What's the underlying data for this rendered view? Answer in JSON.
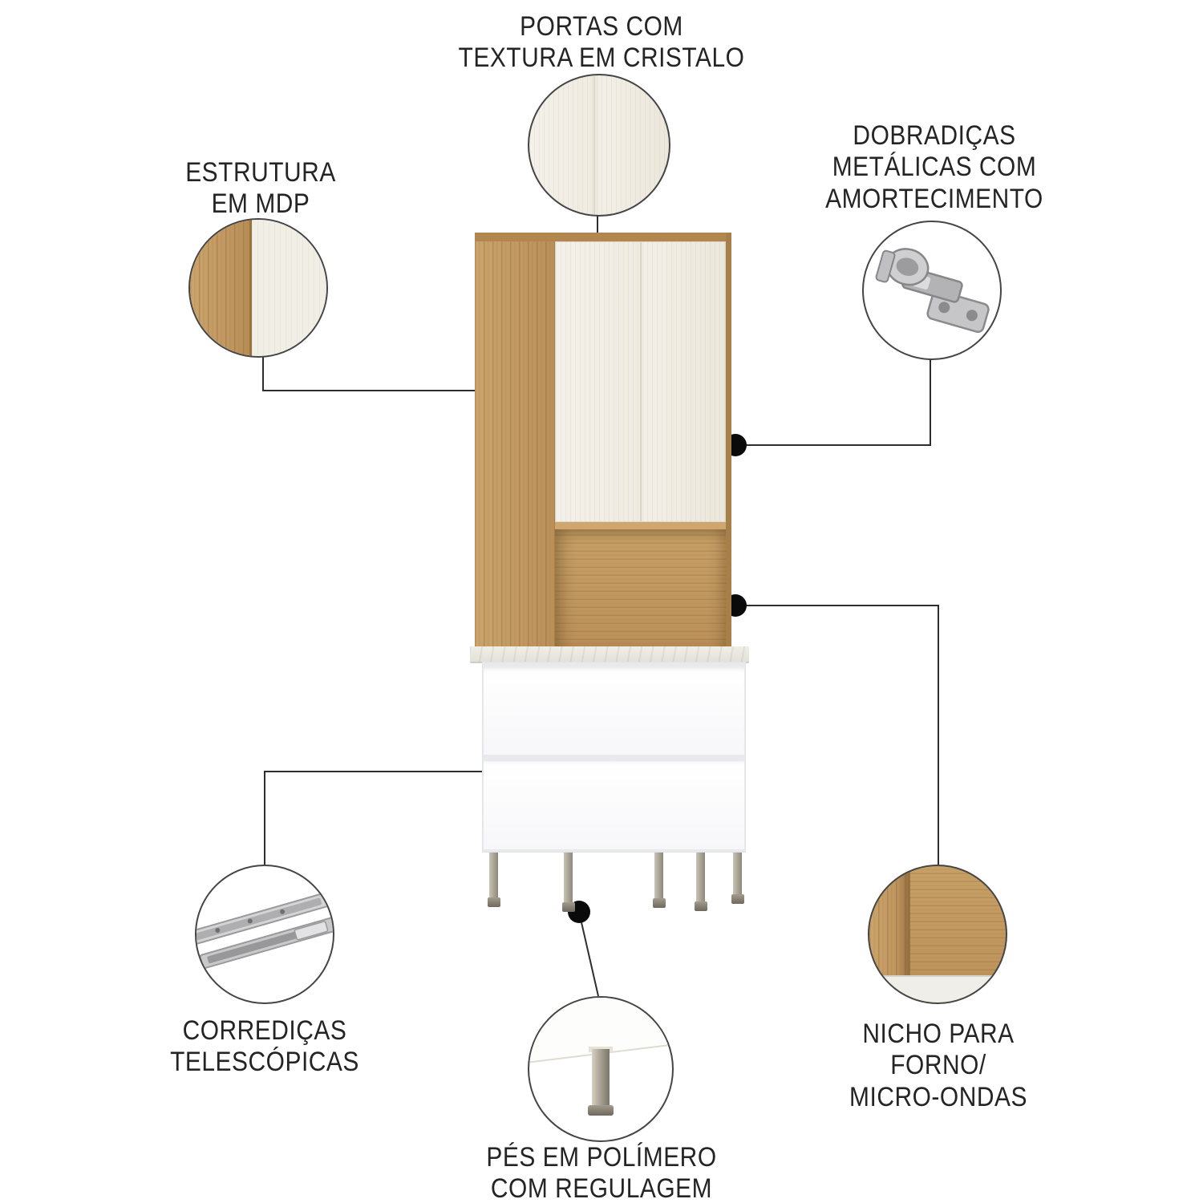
{
  "callouts": {
    "doors": {
      "label": "PORTAS COM\nTEXTURA EM CRISTALO",
      "icon": "door-texture-swatch"
    },
    "structure": {
      "label": "ESTRUTURA\nEM MDP",
      "icon": "mdp-edge-swatch"
    },
    "hinges": {
      "label": "DOBRADIÇAS\nMETÁLICAS COM\nAMORTECIMENTO",
      "icon": "hinge-icon"
    },
    "slides": {
      "label": "CORREDIÇAS\nTELESCÓPICAS",
      "icon": "telescopic-slide-icon"
    },
    "feet": {
      "label": "PÉS EM POLÍMERO\nCOM REGULAGEM",
      "icon": "adjustable-foot-icon"
    },
    "niche": {
      "label": "NICHO PARA\nFORNO/\nMICRO-ONDAS",
      "icon": "oven-niche-swatch"
    }
  },
  "colors": {
    "wood": "#c19a63",
    "door_cream": "#f1eee6",
    "cabinet_white": "#ffffff",
    "callout_line": "#2e2e2e",
    "text": "#242424"
  }
}
